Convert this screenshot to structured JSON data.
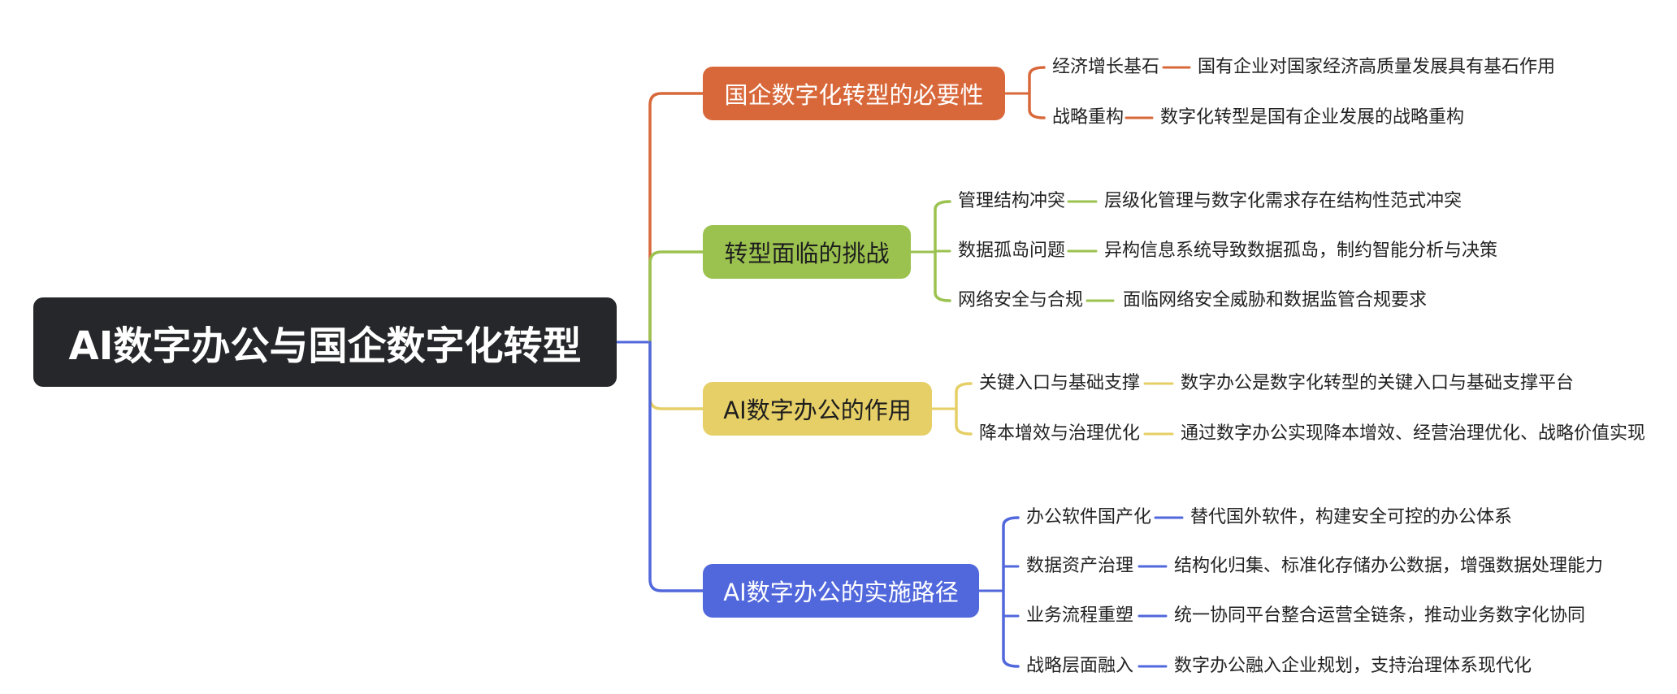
{
  "root": {
    "label": "AI数字办公与国企数字化转型"
  },
  "branches": [
    {
      "label": "国企数字化转型的必要性",
      "color": "#d8683a",
      "text_color": "#ffffff",
      "topics": [
        {
          "label": "经济增长基石",
          "detail": "国有企业对国家经济高质量发展具有基石作用"
        },
        {
          "label": "战略重构",
          "detail": "数字化转型是国有企业发展的战略重构"
        }
      ]
    },
    {
      "label": "转型面临的挑战",
      "color": "#9bc24f",
      "text_color": "#1e1e1e",
      "topics": [
        {
          "label": "管理结构冲突",
          "detail": "层级化管理与数字化需求存在结构性范式冲突"
        },
        {
          "label": "数据孤岛问题",
          "detail": "异构信息系统导致数据孤岛，制约智能分析与决策"
        },
        {
          "label": "网络安全与合规",
          "detail": "面临网络安全威胁和数据监管合规要求"
        }
      ]
    },
    {
      "label": "AI数字办公的作用",
      "color": "#e6cf66",
      "text_color": "#1e1e1e",
      "topics": [
        {
          "label": "关键入口与基础支撑",
          "detail": "数字办公是数字化转型的关键入口与基础支撑平台"
        },
        {
          "label": "降本增效与治理优化",
          "detail": "通过数字办公实现降本增效、经营治理优化、战略价值实现"
        }
      ]
    },
    {
      "label": "AI数字办公的实施路径",
      "color": "#5167dc",
      "text_color": "#ffffff",
      "topics": [
        {
          "label": "办公软件国产化",
          "detail": "替代国外软件，构建安全可控的办公体系"
        },
        {
          "label": "数据资产治理",
          "detail": "结构化归集、标准化存储办公数据，增强数据处理能力"
        },
        {
          "label": "业务流程重塑",
          "detail": "统一协同平台整合运营全链条，推动业务数字化协同"
        },
        {
          "label": "战略层面融入",
          "detail": "数字办公融入企业规划，支持治理体系现代化"
        }
      ]
    }
  ]
}
